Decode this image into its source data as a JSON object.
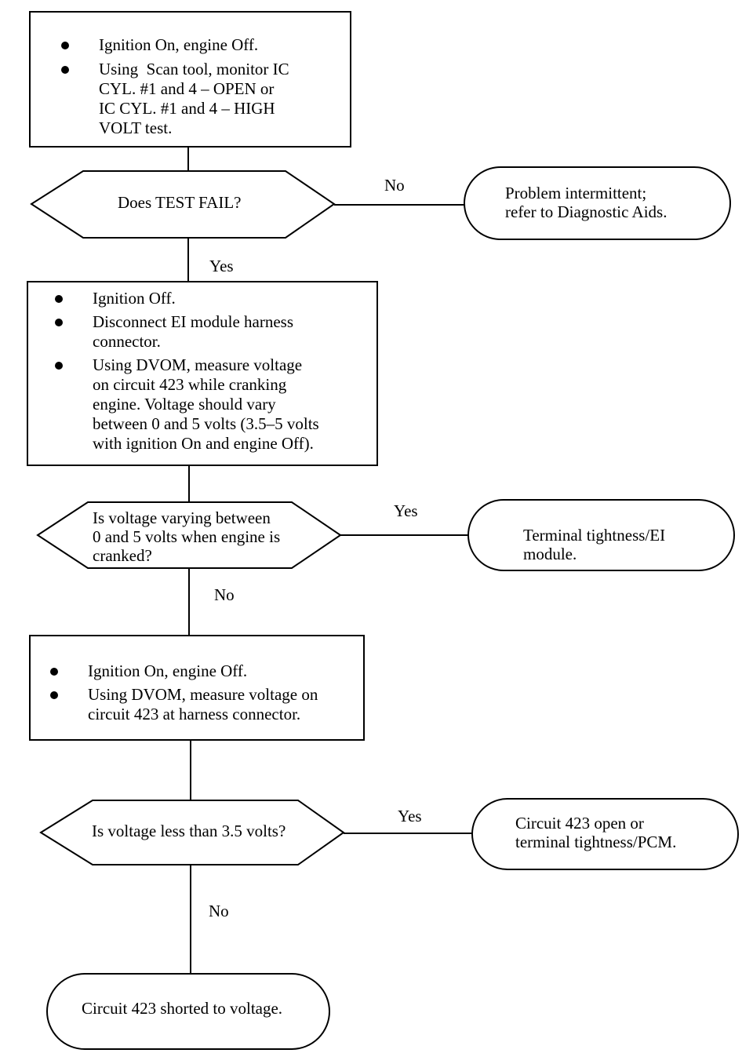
{
  "steps": [
    {
      "id": "step1",
      "bullets": [
        "Ignition On, engine Off.",
        "Using  Scan tool, monitor IC\nCYL. #1 and 4 – OPEN or\nIC CYL. #1 and 4 – HIGH\nVOLT test."
      ]
    },
    {
      "id": "step2",
      "bullets": [
        "Ignition Off.",
        "Disconnect EI module harness\nconnector.",
        "Using DVOM, measure voltage\non circuit 423 while cranking\nengine. Voltage should vary\nbetween 0 and 5 volts (3.5–5 volts\nwith ignition On and engine Off)."
      ]
    },
    {
      "id": "step3",
      "bullets": [
        "Ignition On, engine Off.",
        "Using DVOM, measure voltage on\ncircuit 423 at harness connector."
      ]
    }
  ],
  "decisions": [
    {
      "id": "d1",
      "text": "Does TEST FAIL?",
      "side_label": "No",
      "down_label": "Yes"
    },
    {
      "id": "d2",
      "text": "Is voltage varying between\n0 and 5 volts when engine is\ncranked?",
      "side_label": "Yes",
      "down_label": "No"
    },
    {
      "id": "d3",
      "text": "Is voltage less than 3.5 volts?",
      "side_label": "Yes",
      "down_label": "No"
    }
  ],
  "terminals": [
    {
      "id": "t1",
      "text": "Problem intermittent;\nrefer to Diagnostic Aids."
    },
    {
      "id": "t2",
      "text": "Terminal tightness/EI\nmodule."
    },
    {
      "id": "t3",
      "text": "Circuit 423 open or\nterminal tightness/PCM."
    },
    {
      "id": "t4",
      "text": "Circuit 423 shorted to voltage."
    }
  ]
}
